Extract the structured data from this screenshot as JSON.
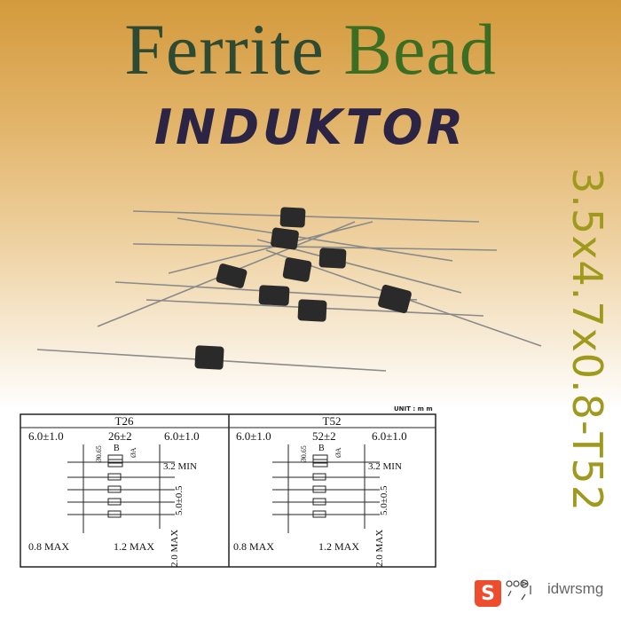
{
  "title": {
    "word1": "Ferrite",
    "word2": "Bead"
  },
  "subtitle": "INDUKTOR",
  "size_spec": "3.5x4.7x0.8-T52",
  "diagram": {
    "unit": "UNIT : m m",
    "panels": [
      {
        "name": "T26",
        "lead_left": "6.0±1.0",
        "pitch": "26±2",
        "lead_right": "6.0±1.0",
        "min": "3.2 MIN",
        "spacing": "5.0±0.5",
        "max_a": "0.8 MAX",
        "max_b": "1.2 MAX",
        "max_c": "2.0 MAX",
        "b": "B",
        "a": "ØA",
        "d": "Ø0.65"
      },
      {
        "name": "T52",
        "lead_left": "6.0±1.0",
        "pitch": "52±2",
        "lead_right": "6.0±1.0",
        "min": "3.2 MIN",
        "spacing": "5.0±0.5",
        "max_a": "0.8 MAX",
        "max_b": "1.2 MAX",
        "max_c": "2.0 MAX",
        "b": "B",
        "a": "ØA",
        "d": "Ø0.65"
      }
    ]
  },
  "footer": {
    "shop_icon": "shopee-bag-icon",
    "shop_letter": "S",
    "store_logo": "gears-logo",
    "store_name": "idwrsmg"
  },
  "colors": {
    "title_green": "#3b6d22",
    "subtitle": "#2b2444",
    "spec": "#9f9a1e",
    "shop": "#ee4d2d"
  }
}
